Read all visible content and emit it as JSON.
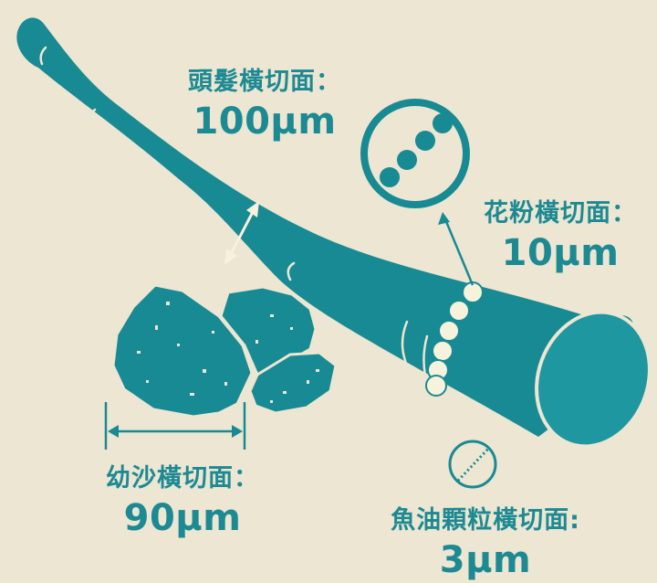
{
  "colors": {
    "background": "#ece6d2",
    "teal": "#188a93",
    "teal_dark": "#12747c",
    "highlight": "#f7f2dc"
  },
  "labels": {
    "hair": {
      "title": "頭髮橫切面：",
      "value": "100μm"
    },
    "pollen": {
      "title": "花粉橫切面：",
      "value": "10μm"
    },
    "sand": {
      "title": "幼沙橫切面：",
      "value": "90μm"
    },
    "fish": {
      "title": "魚油顆粒橫切面:",
      "value": "3μm"
    }
  }
}
